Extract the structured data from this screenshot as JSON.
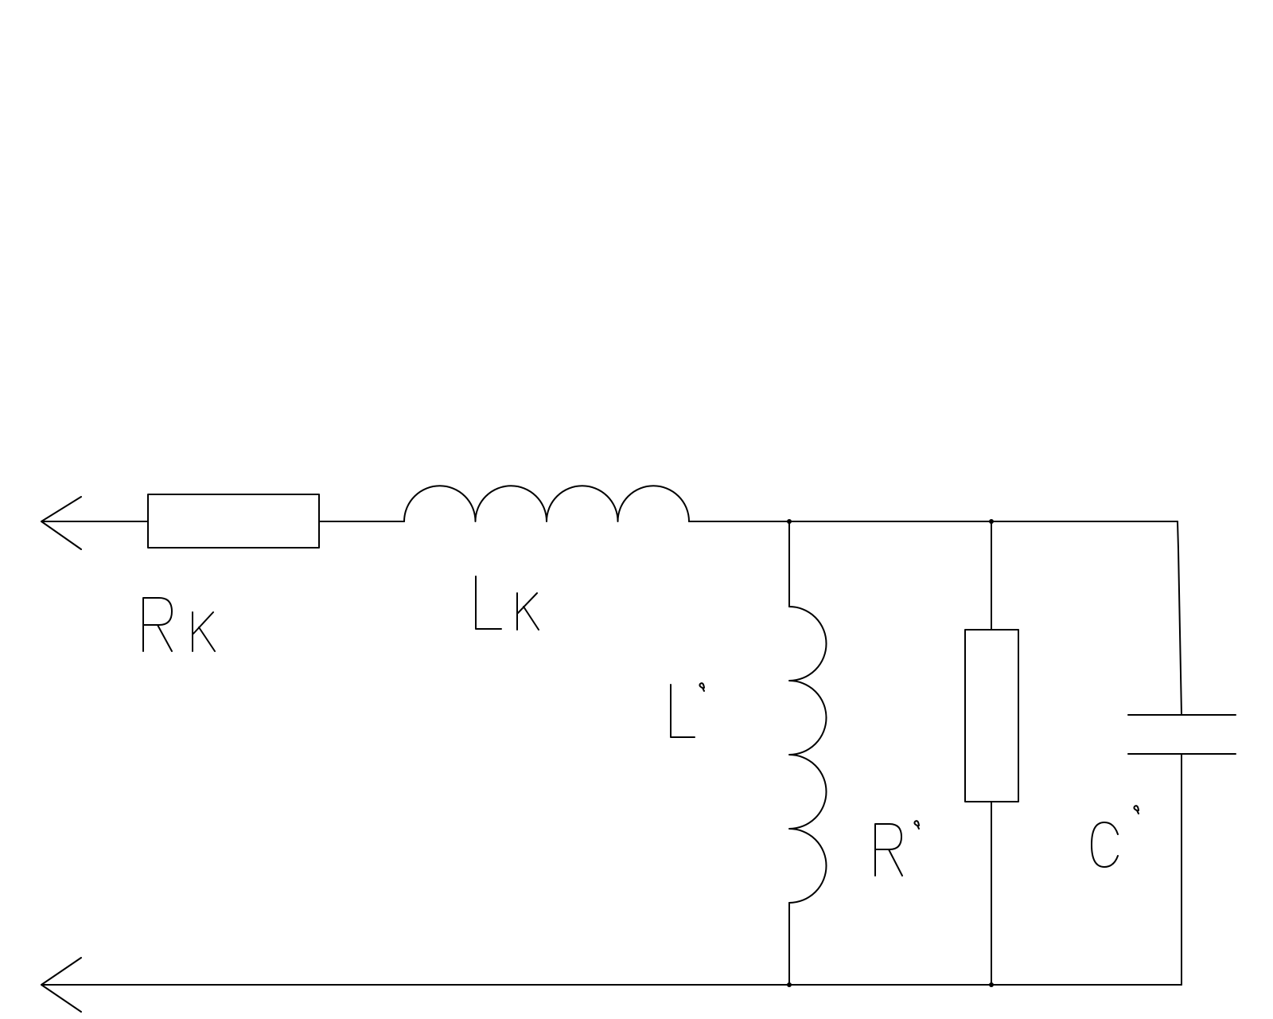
{
  "diagram": {
    "labels": {
      "rk": "RK",
      "lk": "LK",
      "l_prime": "L'",
      "r_prime": "R'",
      "c_prime": "C'"
    }
  },
  "colors": {
    "line": "#000000",
    "background": "#ffffff"
  }
}
